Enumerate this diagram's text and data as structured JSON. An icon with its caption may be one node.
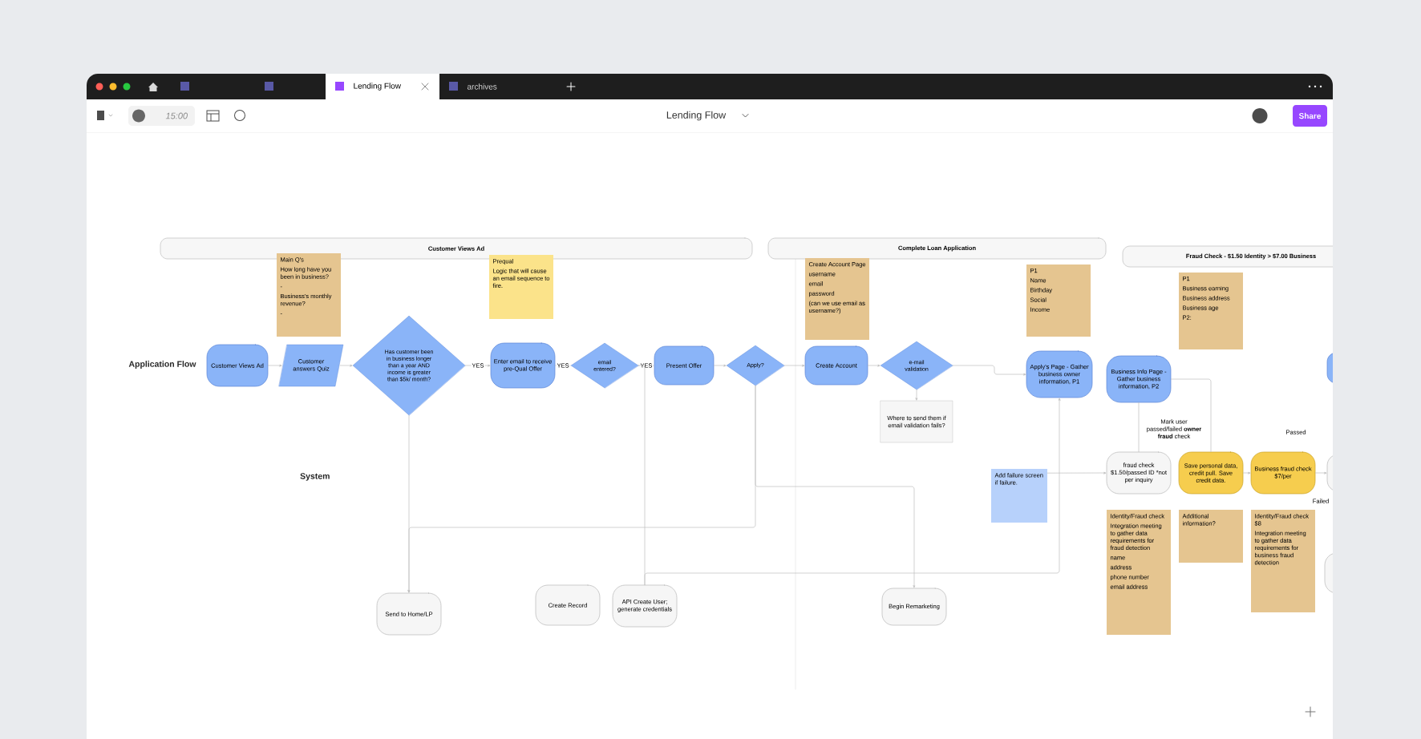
{
  "diagram": {
    "title": "Lending Flow",
    "nodes": [
      {
        "text": [
          "Customer Views Ad"
        ]
      },
      {
        "text": [
          "Complete Loan Application"
        ]
      },
      {
        "text": [
          "Fraud Check - $1.50 Identity > $7.00 Business"
        ]
      },
      {
        "text": [
          "Main Q's",
          "How long have you been in business?",
          "-",
          "Business's monthly revenue?",
          "-"
        ]
      },
      {
        "text": [
          "Prequal",
          "Logic that will cause an email sequence to fire."
        ]
      },
      {
        "text": [
          "Create Account Page",
          "username",
          "email",
          "password",
          "(can we use email as username?)"
        ]
      },
      {
        "text": [
          "P1",
          "Name",
          "Birthday",
          "Social",
          "Income"
        ]
      },
      {
        "text": [
          "P1",
          "Business earning",
          "Business address",
          "Business age",
          "P2:"
        ]
      },
      {
        "text": [
          "Customer Views Ad"
        ]
      },
      {
        "text": [
          "Customer answers Quiz"
        ]
      },
      {
        "text": [
          "Has customer been in business longer than a year AND income is greater than $5k/ month?"
        ]
      },
      {
        "text": [
          "Enter email to receive pre-Qual Offer"
        ]
      },
      {
        "text": [
          "email entered?"
        ]
      },
      {
        "text": [
          "Present Offer"
        ]
      },
      {
        "text": [
          "Apply?"
        ]
      },
      {
        "text": [
          "Create Account"
        ]
      },
      {
        "text": [
          "e-mail validation"
        ]
      },
      {
        "text": [
          "Apply's Page - Gather business owner information, P1"
        ]
      },
      {
        "text": [
          "Business Info Page - Gather business information, P2"
        ]
      },
      {
        "text": [],
        "shape": "box"
      },
      {
        "text": [
          "Where to send them if email validation fails?"
        ]
      },
      {
        "text": [
          "Add failure screen if failure."
        ]
      },
      {
        "text": [
          "fraud check $1.50/passed ID *not per inquiry"
        ]
      },
      {
        "text": [
          "Save personal data, credit pull. Save credit data."
        ]
      },
      {
        "text": [
          "Business fraud check $7/per"
        ]
      },
      {
        "text": [],
        "shape": "box"
      },
      {
        "text": [
          "Identity/Fraud check",
          "Integration meeting to gather data requirements for fraud detection",
          "name",
          "address",
          "phone number",
          "email address"
        ]
      },
      {
        "text": [
          "Additional information?"
        ]
      },
      {
        "text": [
          "Identity/Fraud check $8",
          "Integration meeting to gather data requirements for business fraud detection"
        ]
      },
      {
        "text": [],
        "shape": "box"
      },
      {
        "text": [
          "Send to Home/LP"
        ]
      },
      {
        "text": [
          "Create Record"
        ]
      },
      {
        "text": [
          "API Create User; generate credentials"
        ]
      },
      {
        "text": [
          "Begin Remarketing"
        ]
      }
    ],
    "edges": [
      {
        "from": 8,
        "to": 9,
        "arrow": "to"
      },
      {
        "from": 9,
        "to": 10,
        "arrow": "to"
      },
      {
        "from": 10,
        "to": 11,
        "arrow": "to",
        "label": "YES"
      },
      {
        "from": 11,
        "to": 12,
        "arrow": "to",
        "label": "YES"
      },
      {
        "from": 12,
        "to": 13,
        "arrow": "to",
        "label": "YES"
      },
      {
        "from": 13,
        "to": 14,
        "arrow": "to"
      },
      {
        "from": 14,
        "to": 15,
        "arrow": "to"
      },
      {
        "from": 15,
        "to": 16,
        "arrow": "to"
      },
      {
        "from": 16,
        "to": 17,
        "arrow": "to"
      },
      {
        "from": 16,
        "to": 20,
        "arrow": "to"
      },
      {
        "from": 10,
        "to": 30,
        "arrow": "to"
      },
      {
        "from": 14,
        "to": 30,
        "arrow": "to"
      },
      {
        "from": 12,
        "to": 32,
        "arrow": "none"
      },
      {
        "from": 32,
        "to": 17,
        "arrow": "to"
      },
      {
        "from": 14,
        "to": 33,
        "arrow": "to"
      },
      {
        "from": 21,
        "to": 22,
        "arrow": "to"
      },
      {
        "from": 18,
        "to": 22,
        "arrow": "none"
      },
      {
        "from": 18,
        "to": 23,
        "arrow": "none",
        "label": "Mark user passed/failed **owner fraud** check"
      },
      {
        "from": 23,
        "to": 24,
        "arrow": "to"
      },
      {
        "from": 24,
        "to": 25,
        "arrow": "to",
        "label": "Failed"
      }
    ],
    "labels": [
      "Lending Flow",
      "archives",
      "15:00",
      "Share",
      "Application Flow",
      "System",
      "Passed"
    ]
  }
}
